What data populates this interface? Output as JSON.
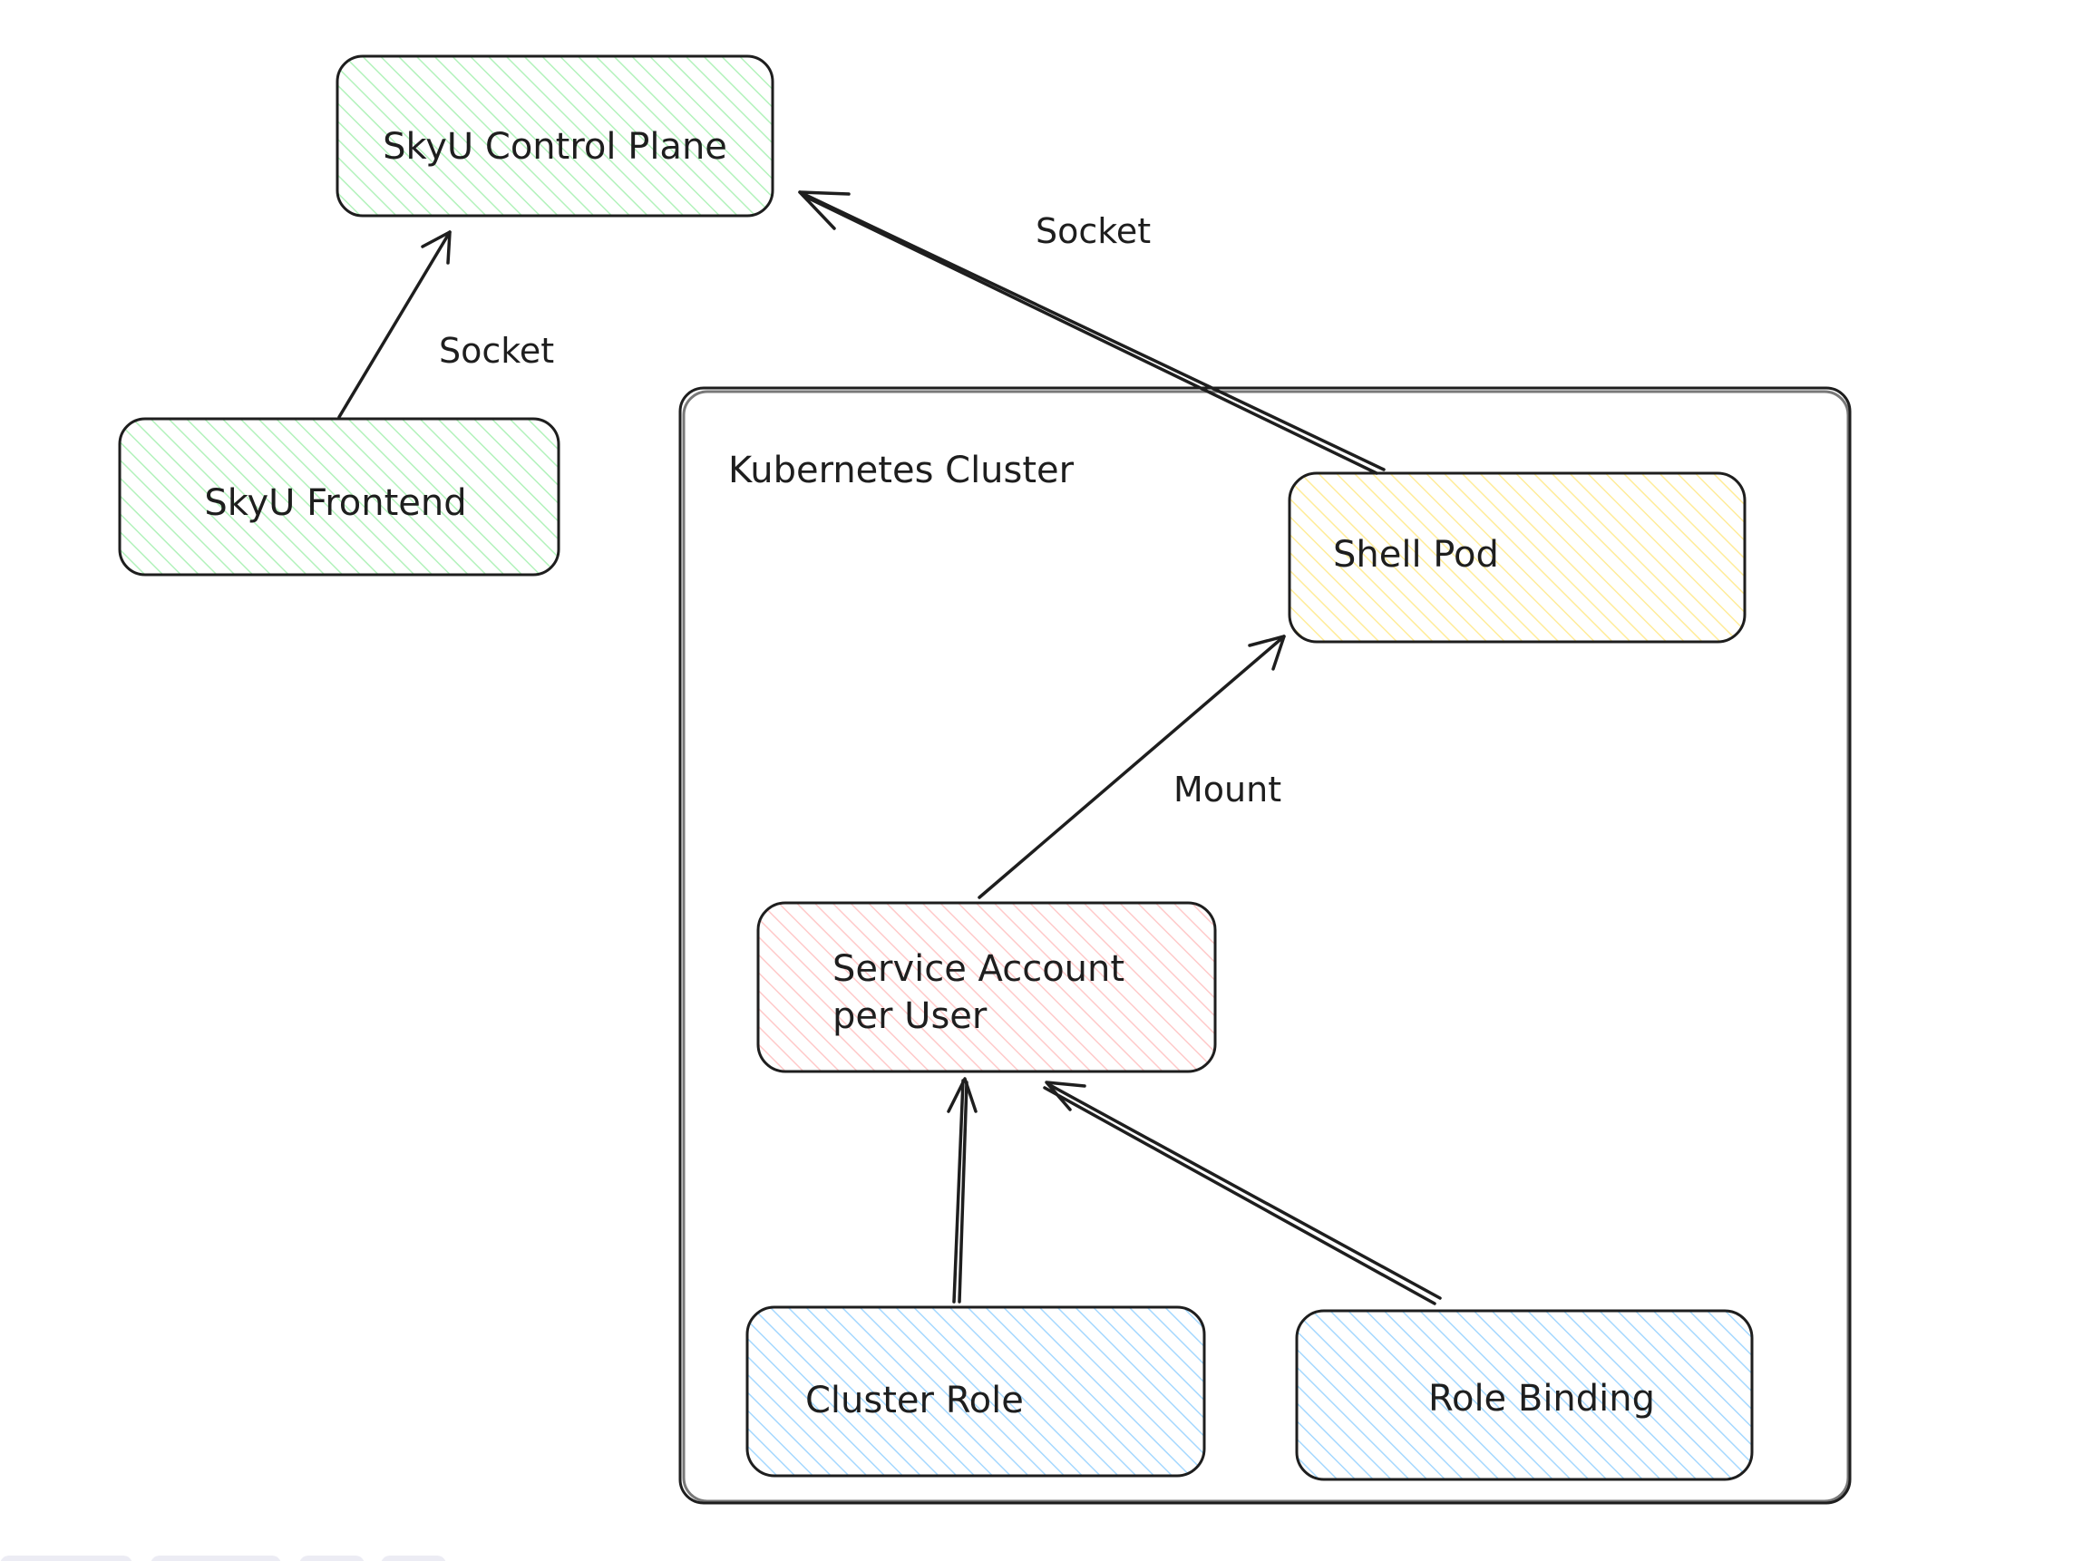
{
  "diagram": {
    "nodes": {
      "control_plane": {
        "label": "SkyU Control Plane",
        "color": "#b2f2bb"
      },
      "frontend": {
        "label": "SkyU Frontend",
        "color": "#b2f2bb"
      },
      "cluster": {
        "label": "Kubernetes Cluster"
      },
      "shell_pod": {
        "label": "Shell Pod",
        "color": "#ffec99"
      },
      "service_account": {
        "label_line1": "Service Account",
        "label_line2": "per User",
        "color": "#ffc9c9"
      },
      "cluster_role": {
        "label": "Cluster Role",
        "color": "#a5d8ff"
      },
      "role_binding": {
        "label": "Role Binding",
        "color": "#a5d8ff"
      }
    },
    "edges": {
      "frontend_to_control": {
        "label": "Socket"
      },
      "shellpod_to_control": {
        "label": "Socket"
      },
      "sa_to_shellpod": {
        "label": "Mount"
      },
      "clusterrole_to_sa": {
        "label": ""
      },
      "rolebinding_to_sa": {
        "label": ""
      }
    }
  }
}
